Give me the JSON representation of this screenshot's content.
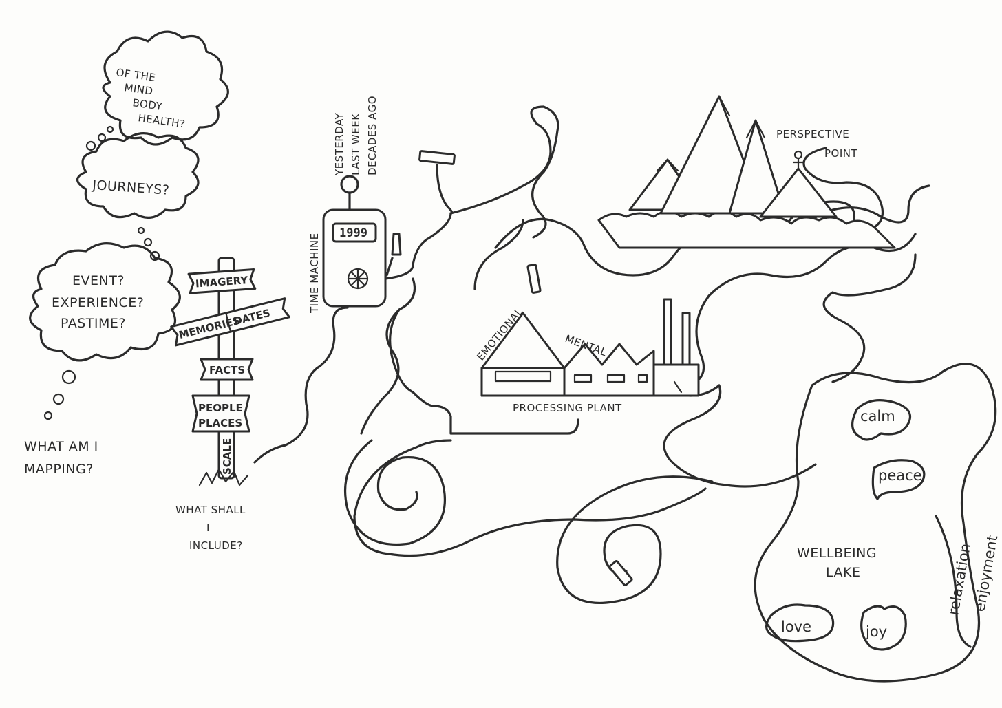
{
  "thought_clouds": {
    "health": [
      "OF THE",
      "MIND",
      "BODY",
      "HEALTH?"
    ],
    "journeys": "JOURNEYS?",
    "event": [
      "EVENT?",
      "EXPERIENCE?",
      "PASTIME?"
    ],
    "question": [
      "WHAT AM I",
      "MAPPING?"
    ]
  },
  "signpost": {
    "signs": [
      "IMAGERY",
      "MEMORIES",
      "DATES",
      "FACTS",
      "PEOPLE",
      "PLACES"
    ],
    "scale": "SCALE",
    "question": [
      "WHAT SHALL",
      "I",
      "INCLUDE?"
    ]
  },
  "time_machine": {
    "label": "TIME MACHINE",
    "year": "1999",
    "times": [
      "YESTERDAY",
      "LAST WEEK",
      "DECADES AGO"
    ]
  },
  "plant": {
    "roofs": [
      "EMOTIONAL",
      "MENTAL"
    ],
    "label": "PROCESSING PLANT"
  },
  "mountains": {
    "label": [
      "PERSPECTIVE",
      "POINT"
    ]
  },
  "lake": {
    "label": [
      "WELLBEING",
      "LAKE"
    ],
    "islands": [
      "calm",
      "peace",
      "love",
      "joy"
    ],
    "shore": [
      "relaxation",
      "enjoyment"
    ]
  }
}
